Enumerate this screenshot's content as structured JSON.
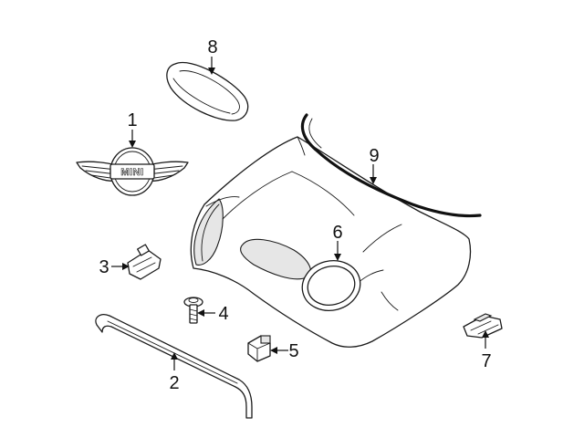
{
  "callouts": [
    {
      "id": "1",
      "part": "emblem"
    },
    {
      "id": "2",
      "part": "hood-seal-strip"
    },
    {
      "id": "3",
      "part": "clip"
    },
    {
      "id": "4",
      "part": "bolt"
    },
    {
      "id": "5",
      "part": "nut"
    },
    {
      "id": "6",
      "part": "headlamp-ring"
    },
    {
      "id": "7",
      "part": "bracket"
    },
    {
      "id": "8",
      "part": "scoop"
    },
    {
      "id": "9",
      "part": "weatherstrip"
    }
  ],
  "emblem": {
    "text": "MINI"
  },
  "colors": {
    "line": "#1a1a1a",
    "background": "#ffffff"
  }
}
